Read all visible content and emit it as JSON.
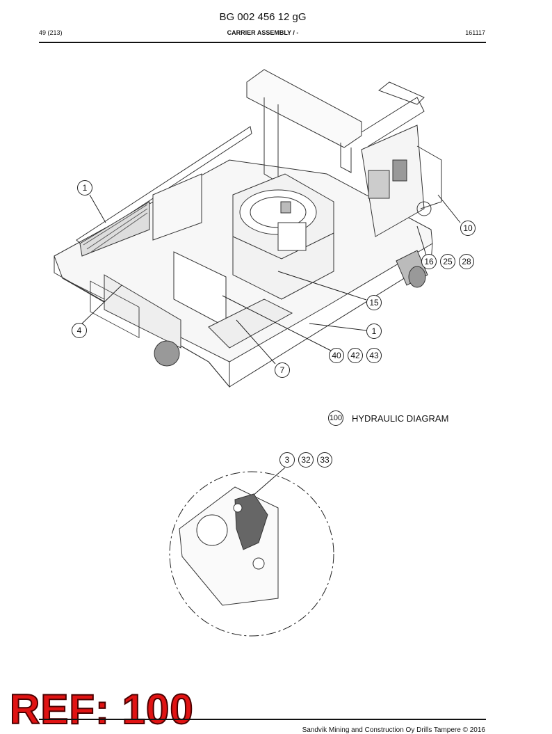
{
  "document": {
    "title": "BG 002 456 12 gG",
    "page": "49 (213)",
    "section": "CARRIER ASSEMBLY / -",
    "date_code": "161117"
  },
  "callouts": {
    "c1a": "1",
    "c10": "10",
    "c16": "16",
    "c25": "25",
    "c28": "28",
    "c15": "15",
    "c1b": "1",
    "c4": "4",
    "c40": "40",
    "c42": "42",
    "c43": "43",
    "c7": "7",
    "c100": "100",
    "c3": "3",
    "c32": "32",
    "c33": "33"
  },
  "diagram_label": "HYDRAULIC DIAGRAM",
  "ref_stamp": "REF: 100",
  "footer": {
    "copyright": "Sandvik Mining and Construction Oy Drills Tampere © 2016"
  }
}
